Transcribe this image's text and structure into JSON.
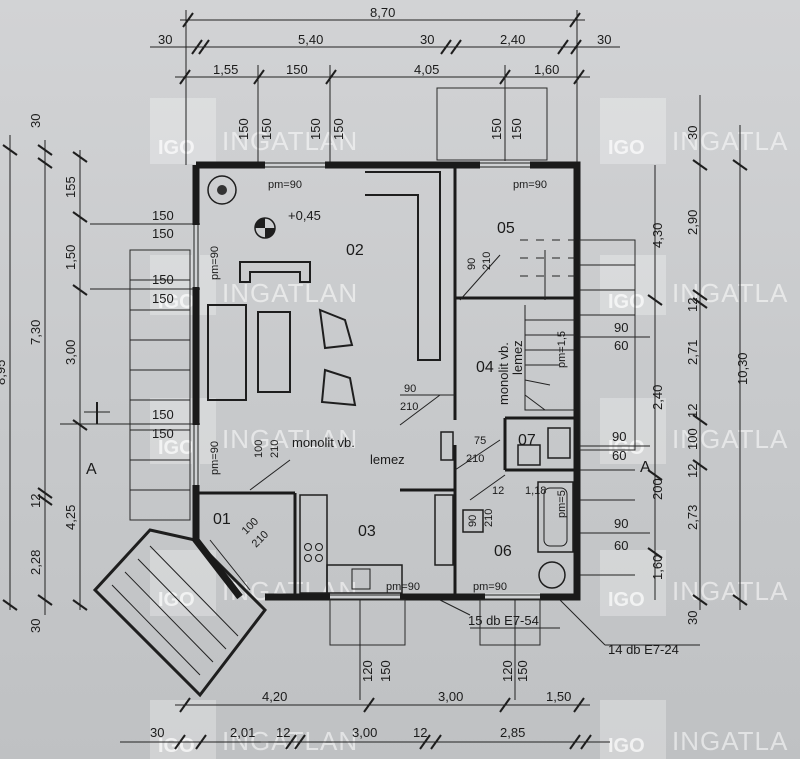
{
  "dims_top": {
    "overall": "8,70",
    "row2": [
      "30",
      "5,40",
      "30",
      "2,40",
      "30"
    ],
    "row3": [
      "1,55",
      "150",
      "4,05",
      "1,60"
    ]
  },
  "dims_bottom": {
    "row1": [
      "4,20",
      "3,00",
      "1,50"
    ],
    "row2": [
      "30",
      "2,01",
      "12",
      "3,00",
      "12",
      "2,85"
    ]
  },
  "dims_left": [
    "30",
    "155",
    "150",
    "150",
    "1,50",
    "150",
    "150",
    "7,30",
    "3,00",
    "150",
    "150",
    "4,25",
    "12",
    "2,28",
    "30",
    "8,95"
  ],
  "dims_right": [
    "30",
    "2,90",
    "4,30",
    "12",
    "2,71",
    "10,30",
    "2,40",
    "12",
    "100",
    "12",
    "2,73",
    "200",
    "1,60",
    "30",
    "90",
    "60",
    "90",
    "60",
    "90",
    "60"
  ],
  "openings": {
    "top_150_a": "150",
    "top_150_b": "150",
    "top_150_c": "150",
    "top_150_d": "150",
    "bottom_120_a": "120",
    "bottom_150_a": "150",
    "bottom_120_b": "120",
    "bottom_150_b": "150"
  },
  "rooms": {
    "r01": "01",
    "r02": "02",
    "r03": "03",
    "r04": "04",
    "r05": "05",
    "r06": "06",
    "r07": "07"
  },
  "annotations": {
    "elevation": "+0,45",
    "pm_02": "pm=90",
    "pm_05": "pm=90",
    "pm_left": "pm=90",
    "pm_left2": "pm=90",
    "pm_03": "pm=90",
    "pm_06": "pm=90",
    "pm_stairs": "pm=1,5",
    "pm_07": "pm=5",
    "slab_main": "monolit vb.",
    "slab_main2": "lemez",
    "slab_side": "monolit vb.",
    "slab_side2": "lemez",
    "door_90_210": "90",
    "door_210": "210",
    "door_100_210": "100",
    "door_210b": "210",
    "door_75": "75",
    "door_210c": "210",
    "door_90_05": "90",
    "door_210_05": "210",
    "door_01_a": "100",
    "door_01_b": "210",
    "door_06_a": "90",
    "door_06_b": "210",
    "door_06_c": "12",
    "door_06_d": "1,18",
    "stairs_1": "15 db E7-54",
    "stairs_2": "14 db E7-24",
    "section_a": "A"
  },
  "watermark": {
    "logo": "IGO",
    "text": "INGATLAN",
    "text_cut": "INGATLA"
  }
}
